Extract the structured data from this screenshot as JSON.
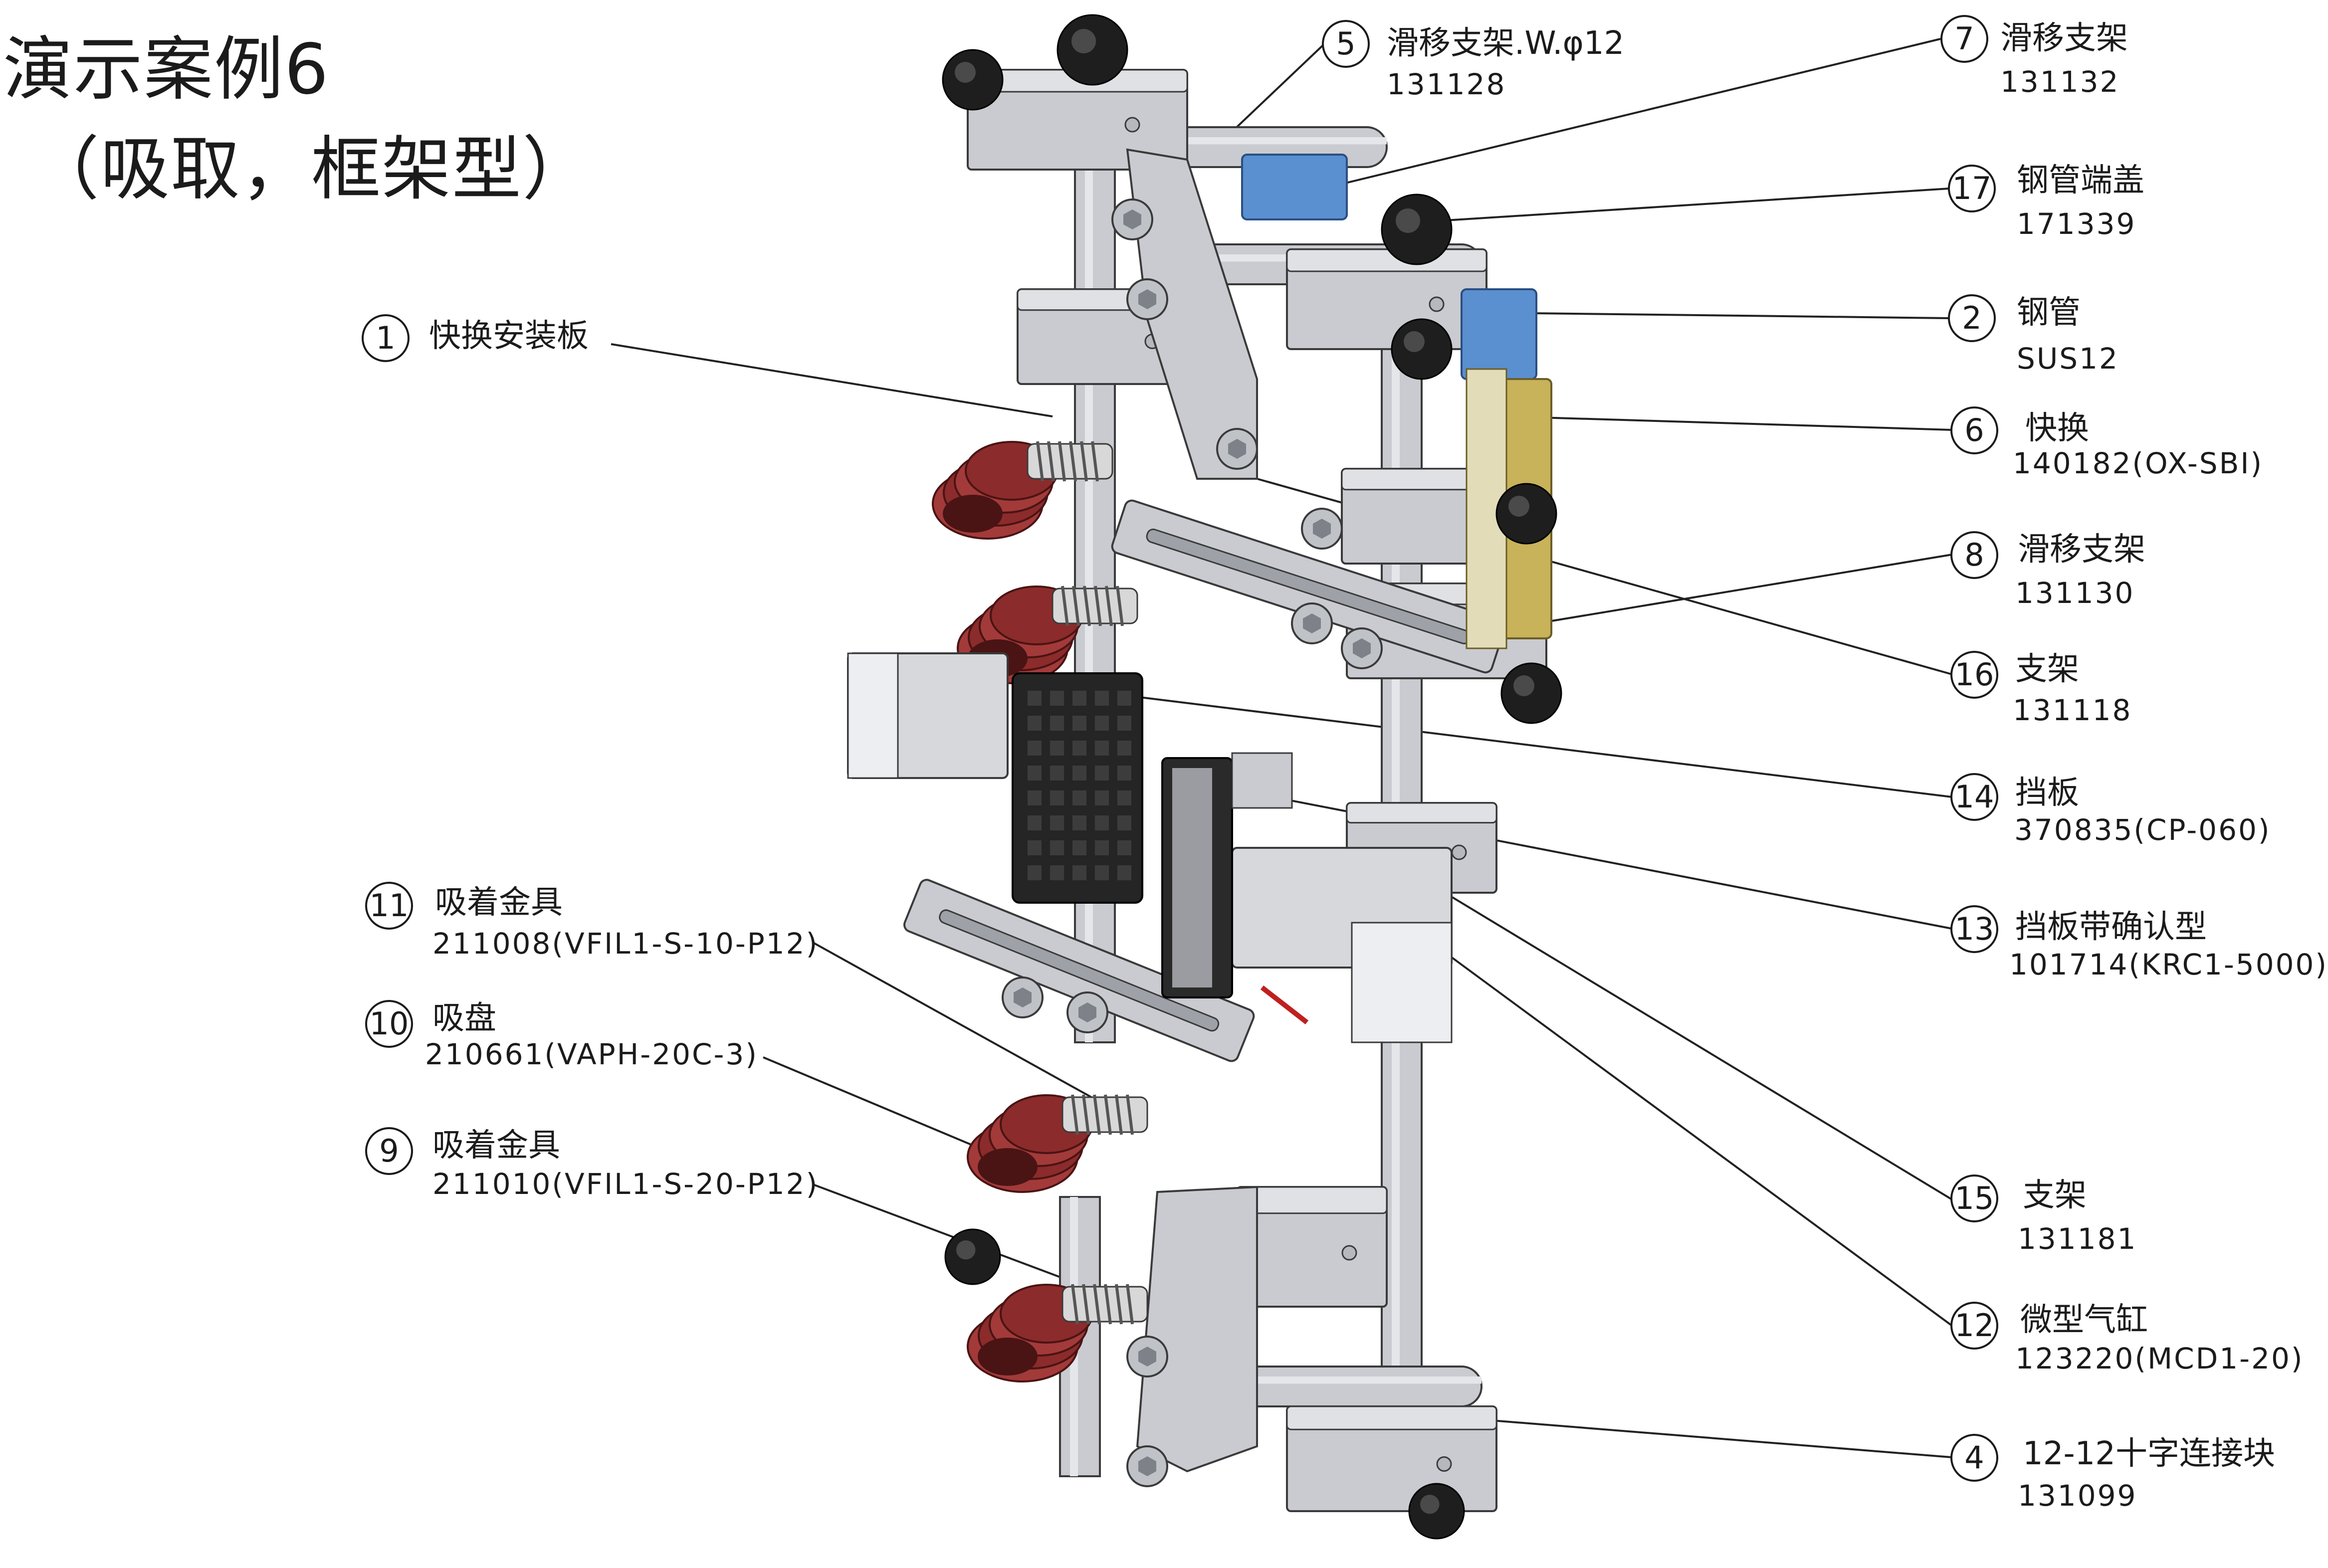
{
  "title": {
    "line1": "演示案例6",
    "line2": "（吸取，框架型）"
  },
  "callouts": [
    {
      "num": "5",
      "name": "滑移支架.W.φ12",
      "code": "131128"
    },
    {
      "num": "7",
      "name": "滑移支架",
      "code": "131132"
    },
    {
      "num": "17",
      "name": "钢管端盖",
      "code": "171339"
    },
    {
      "num": "1",
      "name": "快换安装板",
      "code": ""
    },
    {
      "num": "2",
      "name": "钢管",
      "code": "SUS12"
    },
    {
      "num": "6",
      "name": "快换",
      "code": "140182(OX-SBI)"
    },
    {
      "num": "8",
      "name": "滑移支架",
      "code": "131130"
    },
    {
      "num": "16",
      "name": "支架",
      "code": "131118"
    },
    {
      "num": "14",
      "name": "挡板",
      "code": "370835(CP-060)"
    },
    {
      "num": "13",
      "name": "挡板带确认型",
      "code": "101714(KRC1-5000)"
    },
    {
      "num": "11",
      "name": "吸着金具",
      "code": "211008(VFIL1-S-10-P12)"
    },
    {
      "num": "10",
      "name": "吸盘",
      "code": "210661(VAPH-20C-3)"
    },
    {
      "num": "9",
      "name": "吸着金具",
      "code": "211010(VFIL1-S-20-P12)"
    },
    {
      "num": "15",
      "name": "支架",
      "code": "131181"
    },
    {
      "num": "12",
      "name": "微型气缸",
      "code": "123220(MCD1-20)"
    },
    {
      "num": "4",
      "name": "12-12十字连接块",
      "code": "131099"
    }
  ],
  "colors": {
    "text": "#1b1b1b",
    "aluminum": "#c9cbd0",
    "aluminum_dark": "#8d9096",
    "cup_red": "#8c2b2b",
    "cup_dark": "#4a1414",
    "connector_blue": "#5a8fd0",
    "valve_yellow": "#c8b25a",
    "rubber_black": "#1e1e1e"
  }
}
